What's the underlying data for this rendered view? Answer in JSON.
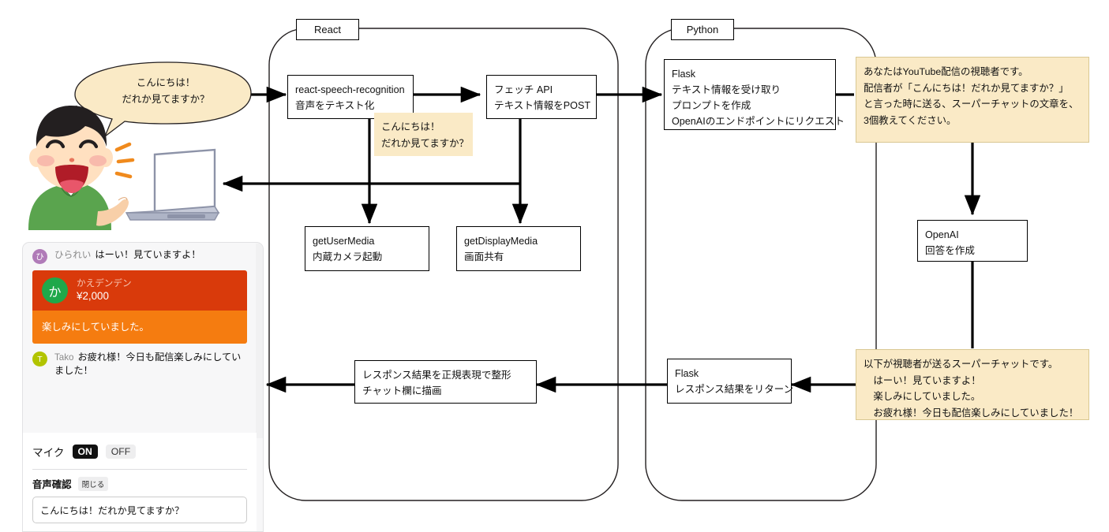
{
  "diagram": {
    "containers": [
      {
        "name": "react",
        "label": "React"
      },
      {
        "name": "python",
        "label": "Python"
      }
    ],
    "boxes": [
      {
        "name": "react-speech-recognition",
        "lines": "react-speech-recognition\n音声をテキスト化"
      },
      {
        "name": "fetch-api",
        "lines": "フェッチ API\nテキスト情報をPOST"
      },
      {
        "name": "get-user-media",
        "lines": "getUserMedia\n内蔵カメラ起動"
      },
      {
        "name": "get-display-media",
        "lines": "getDisplayMedia\n画面共有"
      },
      {
        "name": "flask-request",
        "lines": "Flask\nテキスト情報を受け取り\nプロンプトを作成\nOpenAIのエンドポイントにリクエスト"
      },
      {
        "name": "openai",
        "lines": "OpenAI\n回答を作成"
      },
      {
        "name": "flask-response",
        "lines": "Flask\nレスポンス結果をリターン"
      },
      {
        "name": "format-response",
        "lines": "レスポンス結果を正規表現で整形\nチャット欄に描画"
      }
    ],
    "notes": [
      {
        "name": "note-speech-text",
        "lines": "こんにちは！\nだれか見てますか？"
      },
      {
        "name": "note-prompt",
        "lines": "あなたはYouTube配信の視聴者です。\n配信者が「こんにちは！だれか見てますか？」\nと言った時に送る、スーパーチャットの文章を、\n3個教えてください。"
      },
      {
        "name": "note-superchat-result",
        "lines": "以下が視聴者が送るスーパーチャットです。\n　はーい！見ていますよ！\n　楽しみにしていました。\n　お疲れ様！今日も配信楽しみにしていました！"
      }
    ],
    "speech_bubble": {
      "name": "speech-bubble",
      "line1": "こんにちは！",
      "line2": "だれか見てますか？"
    }
  },
  "chat": {
    "messages": [
      {
        "name": "chat-message-hirarei",
        "avatar": "ひ",
        "avatar_color": "#b07bb8",
        "author": "ひられい",
        "text": "はーい！見ていますよ！"
      },
      {
        "name": "chat-message-tako",
        "avatar": "T",
        "avatar_color": "#b2c400",
        "author": "Tako",
        "text": "お疲れ様！今日も配信楽しみにしていました！"
      }
    ],
    "superchat": {
      "name": "superchat-card",
      "avatar": "か",
      "author": "かえデンデン",
      "amount": "¥2,000",
      "message": "楽しみにしていました。",
      "header_color": "#d93a0b",
      "body_color": "#f57c10"
    },
    "controls": {
      "mic_label": "マイク",
      "mic_on": "ON",
      "mic_off": "OFF",
      "voice_label": "音声確認",
      "close_button": "閉じる",
      "transcript": "こんにちは！だれか見てますか？"
    }
  }
}
